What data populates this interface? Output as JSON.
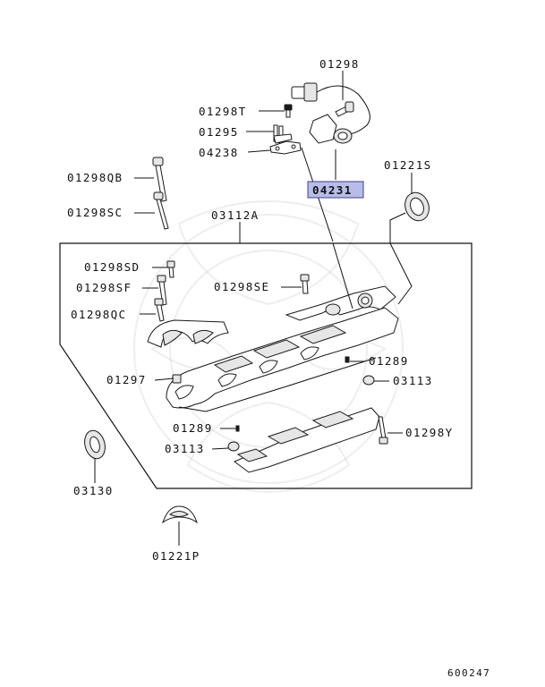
{
  "labels": {
    "p01298": "01298",
    "p01298T": "01298T",
    "p01295": "01295",
    "p04238": "04238",
    "p04231": "04231",
    "p01221S": "01221S",
    "p01298QB": "01298QB",
    "p01298SC": "01298SC",
    "p03112A": "03112A",
    "p01298SD": "01298SD",
    "p01298SF": "01298SF",
    "p01298SE": "01298SE",
    "p01298QC": "01298QC",
    "p01289a": "01289",
    "p01297": "01297",
    "p03113a": "03113",
    "p01289b": "01289",
    "p01298Y": "01298Y",
    "p03113b": "03113",
    "p03130": "03130",
    "p01221P": "01221P"
  },
  "diagram_id": "600247",
  "colors": {
    "highlight_fill": "#b8bde8",
    "highlight_stroke": "#3a3f8f",
    "ink": "#111111"
  }
}
